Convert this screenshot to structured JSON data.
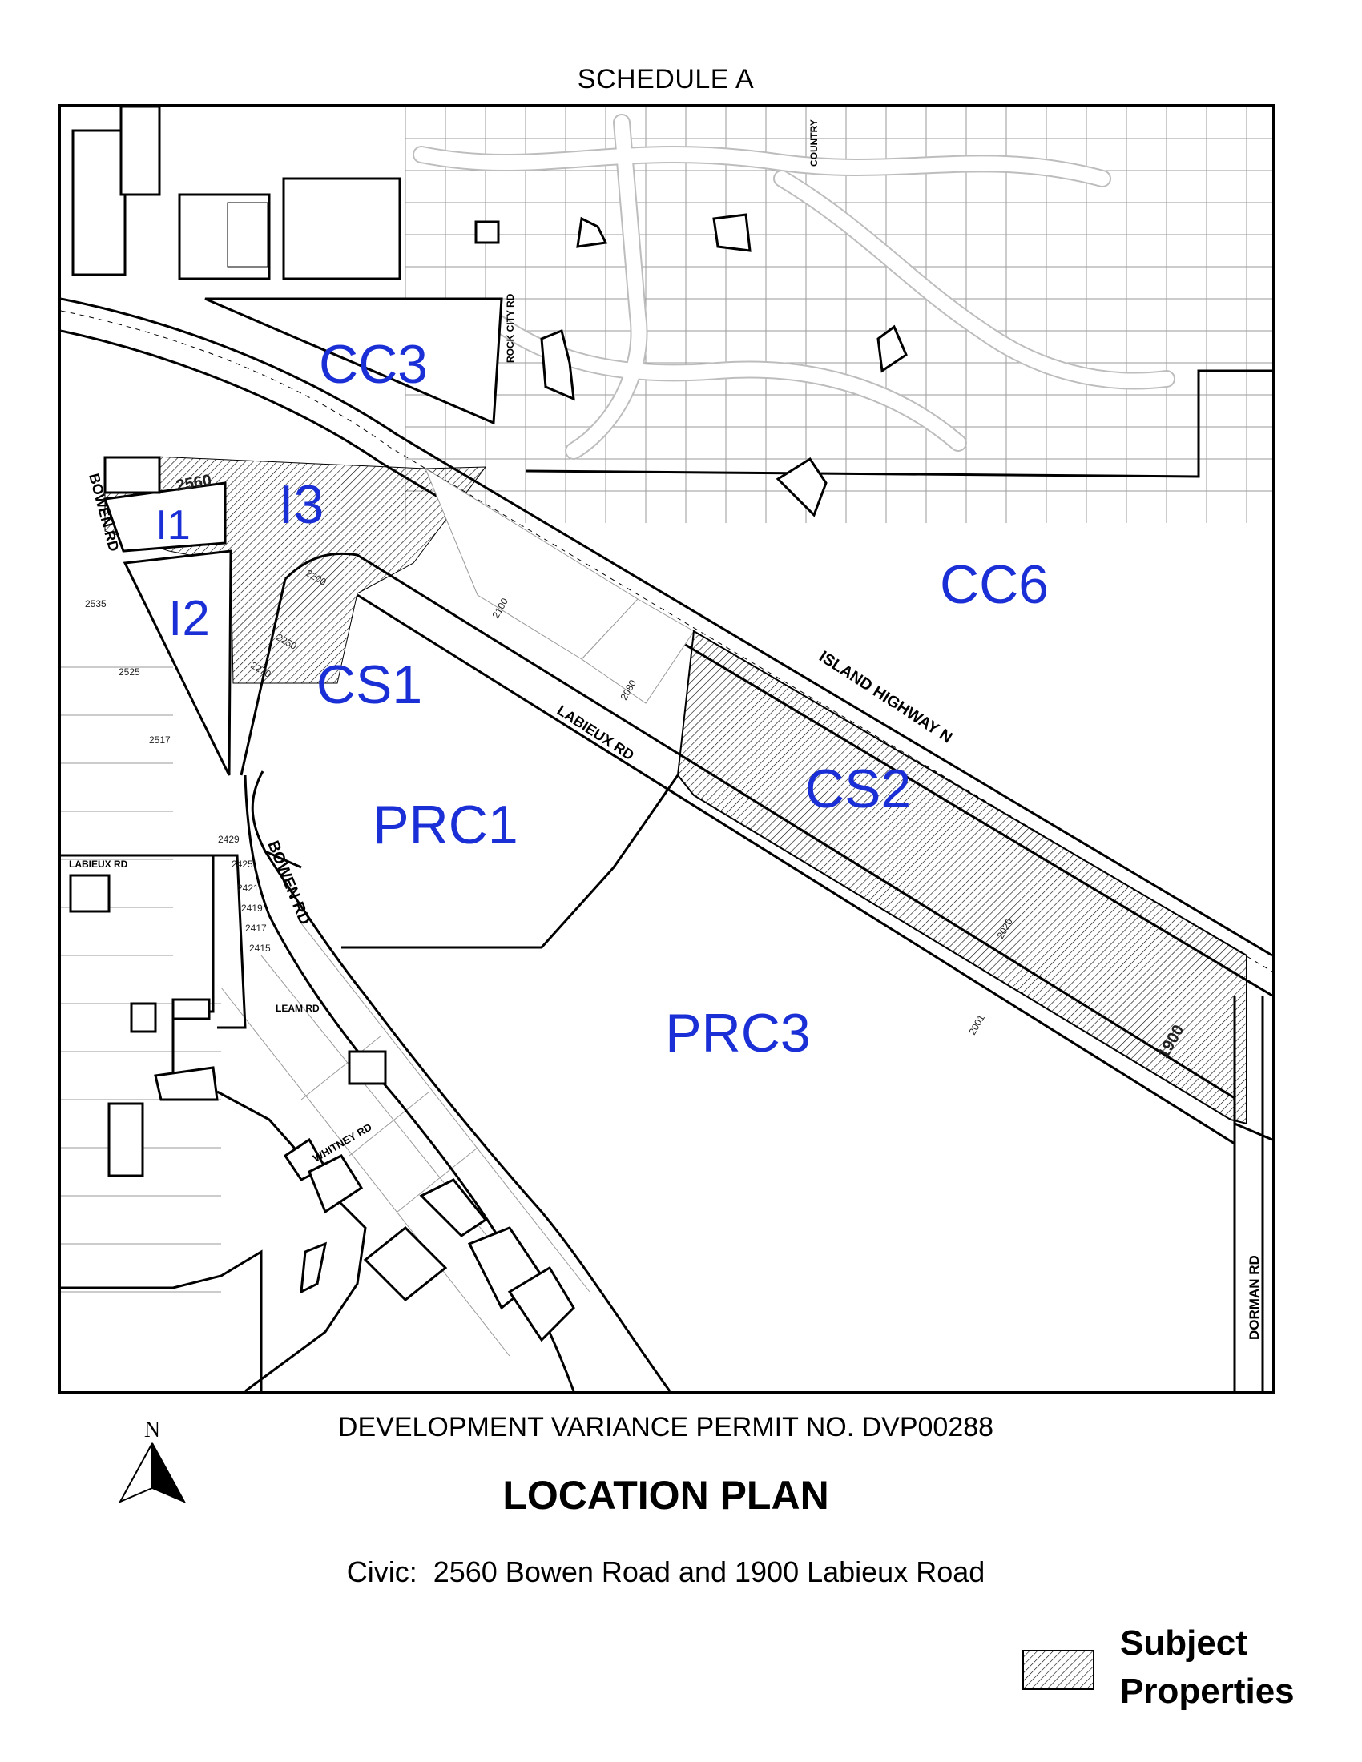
{
  "header": {
    "schedule_title": "SCHEDULE A"
  },
  "zones": {
    "cc3": "CC3",
    "cc6": "CC6",
    "i1": "I1",
    "i2": "I2",
    "i3": "I3",
    "cs1": "CS1",
    "cs2": "CS2",
    "prc1": "PRC1",
    "prc3": "PRC3"
  },
  "roads": {
    "country": "COUNTRY",
    "rock_city": "ROCK CITY RD",
    "bowen_north": "BOWEN RD",
    "bowen_south": "BOWEN RD",
    "labieux": "LABIEUX RD",
    "labieux_west": "LABIEUX RD",
    "island_highway": "ISLAND HIGHWAY N",
    "leam": "LEAM RD",
    "whitney": "WHITNEY RD",
    "dorman": "DORMAN RD"
  },
  "civic_numbers": {
    "n2560": "2560",
    "n1900": "1900",
    "n2535": "2535",
    "n2525": "2525",
    "n2517": "2517",
    "n2200": "2200",
    "n2250": "2250",
    "n2270": "2270",
    "n2100": "2100",
    "n2080": "2080",
    "n2020": "2020",
    "n2001": "2001",
    "n2429": "2429",
    "n2425": "2425",
    "n2421": "2421",
    "n2419": "2419",
    "n2417": "2417",
    "n2415": "2415"
  },
  "footer": {
    "permit_no": "DEVELOPMENT VARIANCE PERMIT NO. DVP00288",
    "plan_title": "LOCATION PLAN",
    "civic": "Civic:  2560 Bowen Road and 1900 Labieux Road",
    "north_label": "N"
  },
  "legend": {
    "line1": "Subject",
    "line2": "Properties"
  },
  "colors": {
    "zone_label": "#1a2fd6",
    "hatch": "#000000"
  }
}
